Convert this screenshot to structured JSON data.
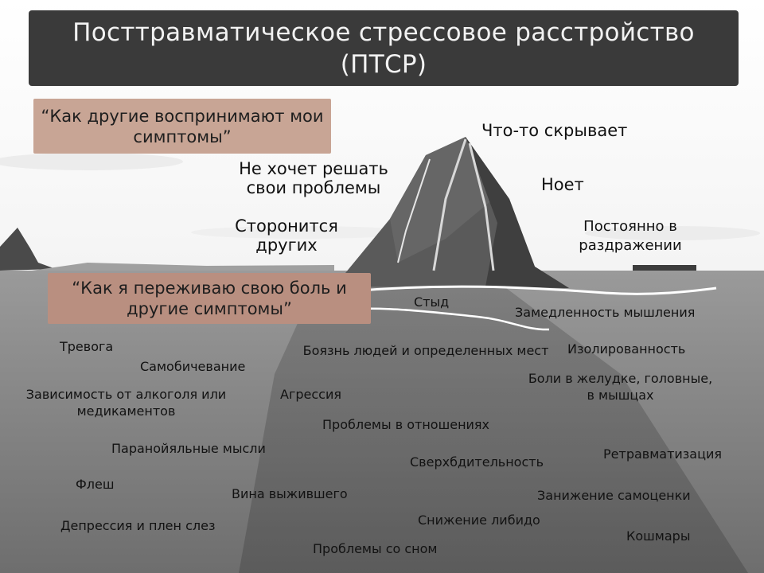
{
  "title": "Посттравматическое стрессовое расстройство (ПТСР)",
  "callouts": {
    "outside": "“Как другие воспринимают мои симптомы”",
    "inside": "“Как я переживаю свою боль и другие симптомы”"
  },
  "above_water": [
    "Что-то скрывает",
    "Не хочет решать свои проблемы",
    "Ноет",
    "Сторонится других",
    "Постоянно в раздражении"
  ],
  "below_water": [
    "Стыд",
    "Замедленность мышления",
    "Тревога",
    "Боязнь людей и определенных мест",
    "Изолированность",
    "Самобичевание",
    "Боли в желудке, головные, в мышцах",
    "Зависимость от алкоголя или медикаментов",
    "Агрессия",
    "Проблемы в отношениях",
    "Паранойяльные мысли",
    "Ретравматизация",
    "Сверхбдительность",
    "Флеш",
    "Вина выжившего",
    "Занижение самоценки",
    "Снижение либидо",
    "Депрессия и плен слез",
    "Кошмары",
    "Проблемы со сном"
  ]
}
